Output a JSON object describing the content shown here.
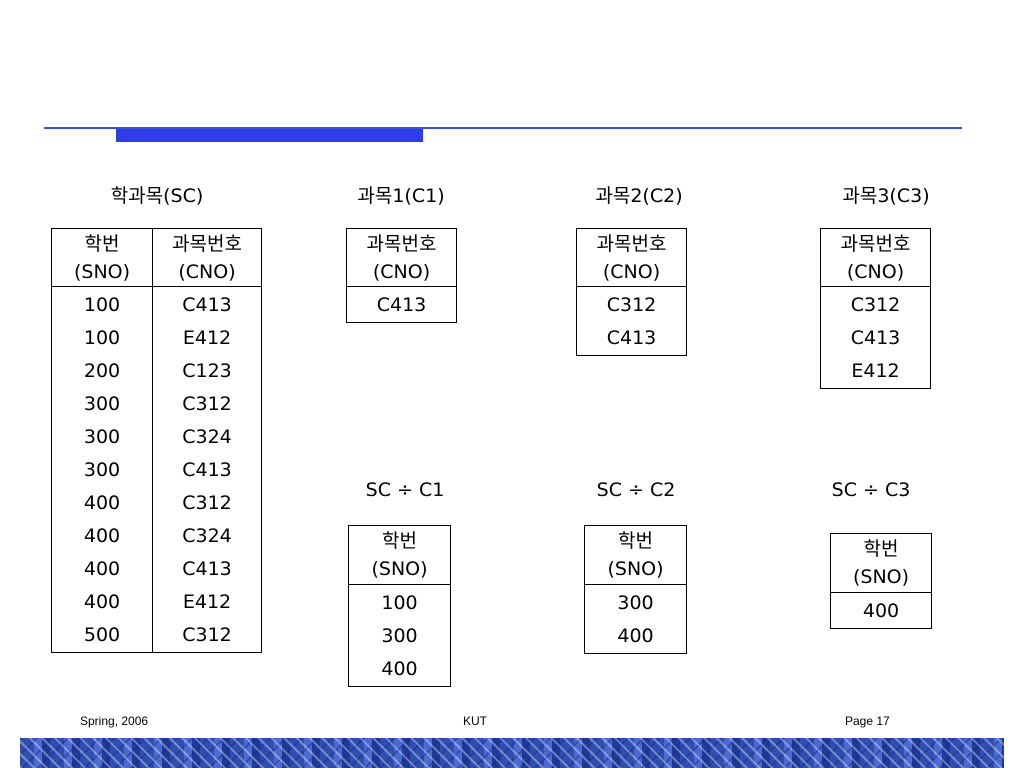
{
  "slide": {
    "sc": {
      "title": "학과목(SC)",
      "header": [
        "학번",
        "(SNO)",
        "과목번호",
        "(CNO)"
      ],
      "rows": [
        [
          "100",
          "C413"
        ],
        [
          "100",
          "E412"
        ],
        [
          "200",
          "C123"
        ],
        [
          "300",
          "C312"
        ],
        [
          "300",
          "C324"
        ],
        [
          "300",
          "C413"
        ],
        [
          "400",
          "C312"
        ],
        [
          "400",
          "C324"
        ],
        [
          "400",
          "C413"
        ],
        [
          "400",
          "E412"
        ],
        [
          "500",
          "C312"
        ]
      ]
    },
    "c1": {
      "title": "과목1(C1)",
      "header": [
        "과목번호",
        "(CNO)"
      ],
      "rows": [
        "C413"
      ]
    },
    "c2": {
      "title": "과목2(C2)",
      "header": [
        "과목번호",
        "(CNO)"
      ],
      "rows": [
        "C312",
        "C413"
      ]
    },
    "c3": {
      "title": "과목3(C3)",
      "header": [
        "과목번호",
        "(CNO)"
      ],
      "rows": [
        "C312",
        "C413",
        "E412"
      ]
    },
    "r1": {
      "title": "SC ÷ C1",
      "header": [
        "학번",
        "(SNO)"
      ],
      "rows": [
        "100",
        "300",
        "400"
      ]
    },
    "r2": {
      "title": "SC ÷ C2",
      "header": [
        "학번",
        "(SNO)"
      ],
      "rows": [
        "300",
        "400"
      ]
    },
    "r3": {
      "title": "SC ÷ C3",
      "header": [
        "학번",
        "(SNO)"
      ],
      "rows": [
        "400"
      ]
    }
  },
  "footer": {
    "left": "Spring, 2006",
    "center": "KUT",
    "right": "Page 17"
  }
}
